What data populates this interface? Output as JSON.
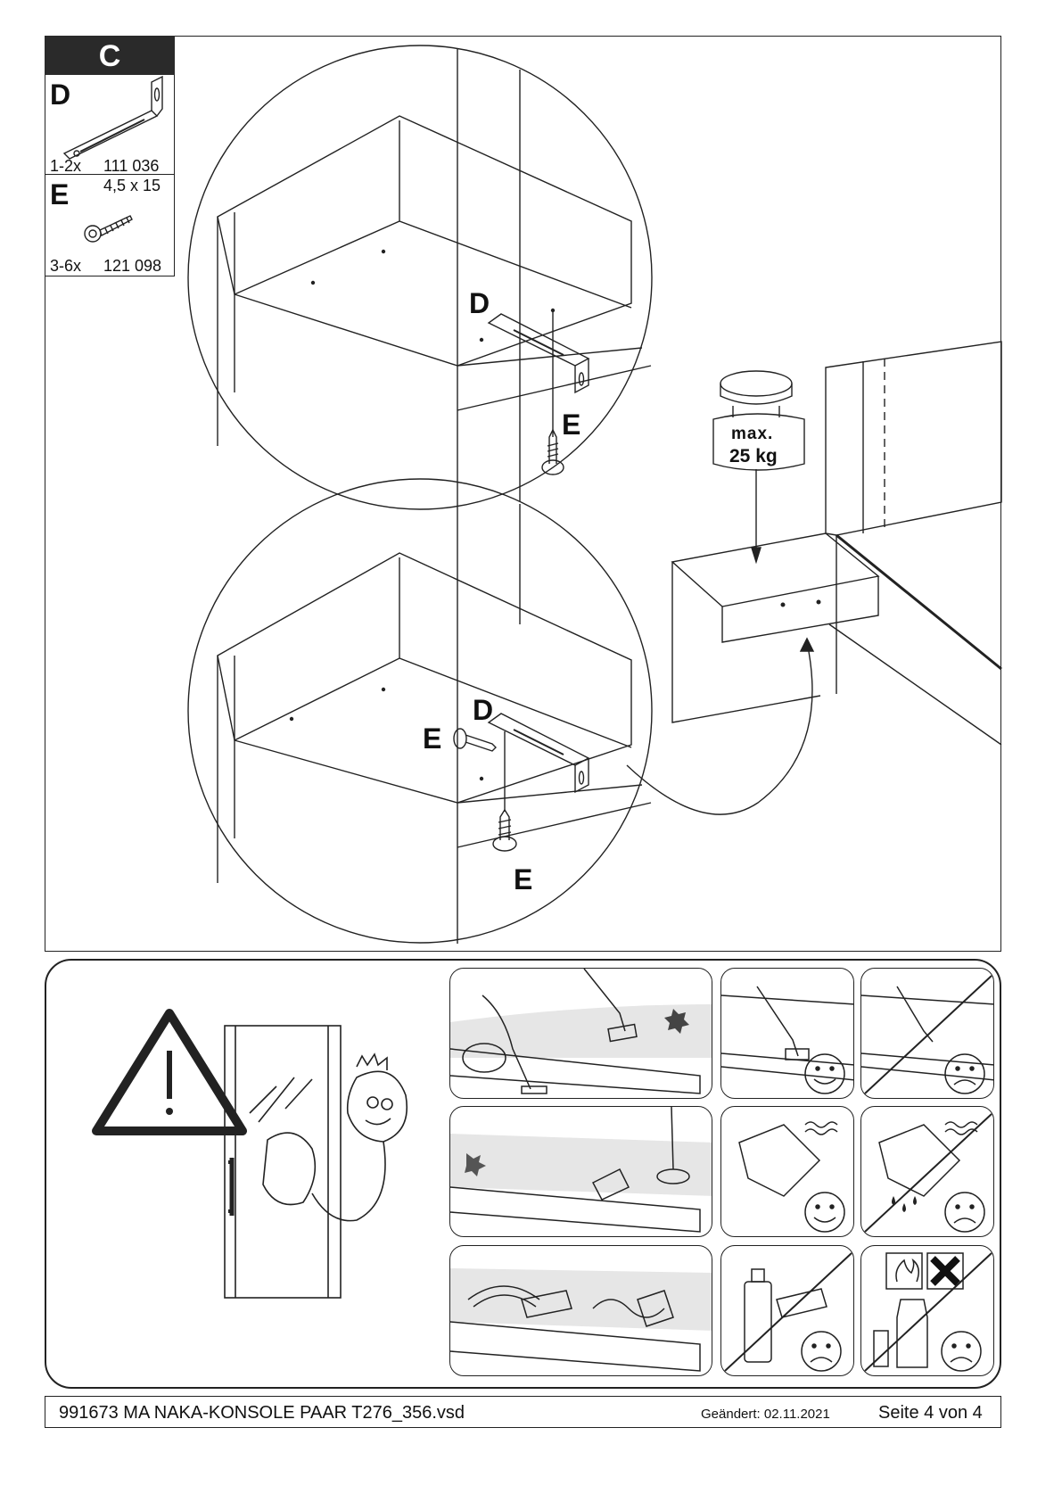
{
  "step": {
    "letter": "C"
  },
  "parts": [
    {
      "letter": "D",
      "quantity": "1-2x",
      "article": "111 036",
      "size": ""
    },
    {
      "letter": "E",
      "quantity": "3-6x",
      "article": "121 098",
      "size": "4,5 x 15"
    }
  ],
  "callouts": {
    "top_d": "D",
    "top_e": "E",
    "bottom_d": "D",
    "bottom_e_left": "E",
    "bottom_e_lower": "E"
  },
  "weight": {
    "line1": "max.",
    "line2": "25 kg"
  },
  "care_panels": [
    {
      "id": "vacuum",
      "rating": "neutral"
    },
    {
      "id": "soft-brush",
      "rating": "ok"
    },
    {
      "id": "hard-brush",
      "rating": "not-ok"
    },
    {
      "id": "polish",
      "rating": "neutral"
    },
    {
      "id": "dry-cloth",
      "rating": "ok"
    },
    {
      "id": "wet-cloth",
      "rating": "not-ok"
    },
    {
      "id": "wipe-along",
      "rating": "neutral"
    },
    {
      "id": "detergent",
      "rating": "not-ok"
    },
    {
      "id": "chemical-spray",
      "rating": "not-ok"
    }
  ],
  "footer": {
    "filename": "991673 MA NAKA-KONSOLE PAAR T276_356.vsd",
    "changed": "Geändert: 02.11.2021",
    "page": "Seite 4 von 4"
  },
  "colors": {
    "ink": "#222222",
    "head_bg": "#2a2a2a",
    "tint": "#e6e6e6"
  }
}
